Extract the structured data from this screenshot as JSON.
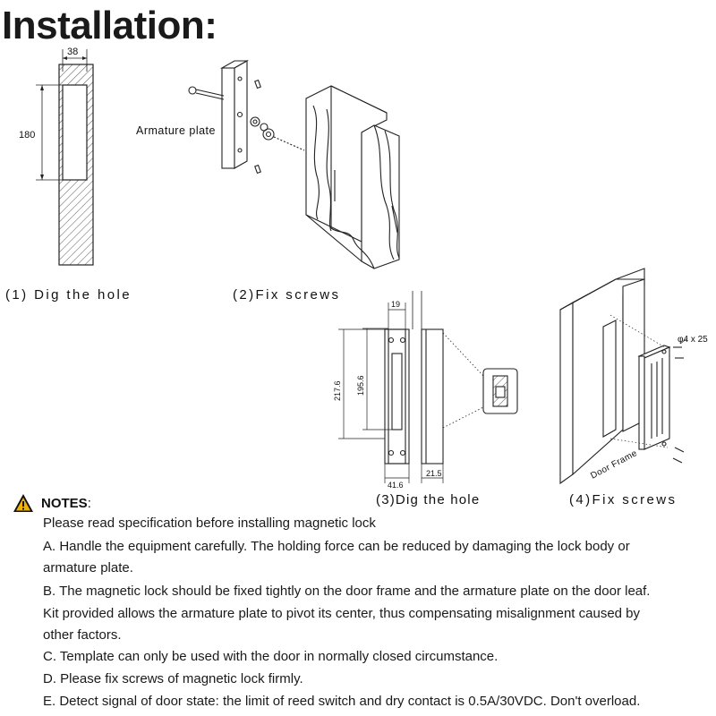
{
  "title": "Installation:",
  "captions": {
    "step1": "(1) Dig the hole",
    "step2": "(2)Fix screws",
    "step3": "(3)Dig the hole",
    "step4": "(4)Fix screws"
  },
  "labels": {
    "armature_plate": "Armature plate",
    "door_frame": "Door Frame",
    "screw_spec": "φ4 x 25"
  },
  "dimensions": {
    "hole_width": "38",
    "hole_height": "180",
    "top_width": "19",
    "outer_height": "217.6",
    "inner_height": "195.6",
    "bottom_width": "41.6",
    "depth": "21.5"
  },
  "notes": {
    "heading": "NOTES",
    "colon": ":",
    "icon": "warning-triangle-icon",
    "lines": [
      "Please read specification before installing magnetic lock",
      "A. Handle the equipment carefully. The holding force can be reduced by damaging the lock body or",
      "armature plate.",
      "B. The magnetic lock should be fixed tightly on the door frame and the armature plate on the door leaf.",
      "Kit provided allows the armature plate to pivot its center, thus compensating misalignment caused by",
      "other factors.",
      "C. Template can only be used with the door in normally closed circumstance.",
      "D. Please fix screws of magnetic lock firmly.",
      "E. Detect signal of door state: the limit of reed switch and dry contact is 0.5A/30VDC. Don't overload."
    ]
  }
}
